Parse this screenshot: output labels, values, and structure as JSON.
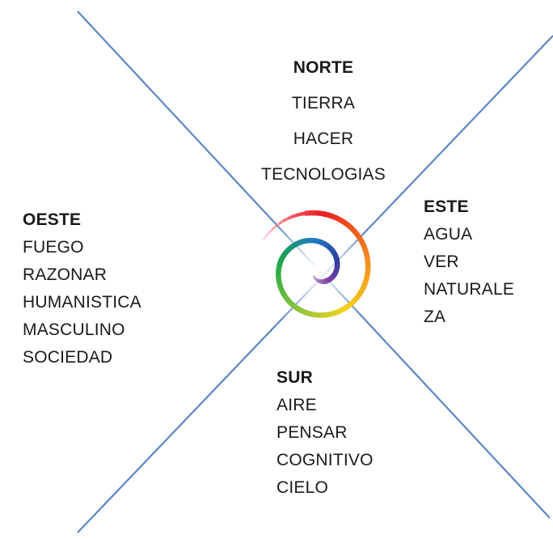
{
  "directions": {
    "norte": {
      "heading": "NORTE",
      "items": [
        "TIERRA",
        "HACER",
        "TECNOLOGIAS"
      ]
    },
    "este": {
      "heading": "ESTE",
      "items": [
        "AGUA",
        "VER",
        "NATURALE",
        "ZA"
      ]
    },
    "oeste": {
      "heading": "OESTE",
      "items": [
        "FUEGO",
        "RAZONAR",
        "HUMANISTICA",
        "MASCULINO",
        "SOCIEDAD"
      ]
    },
    "sur": {
      "heading": "SUR",
      "items": [
        "AIRE",
        "PENSAR",
        "COGNITIVO",
        "CIELO"
      ]
    }
  },
  "colors": {
    "axis_line": "#5b87c5",
    "spiral": [
      "#ff9ab0",
      "#e8201e",
      "#f58a1f",
      "#f6d21e",
      "#7dc241",
      "#1aa64a",
      "#1f7ac2",
      "#2e3e9a",
      "#7a3fa0",
      "#c8a6d8"
    ]
  }
}
